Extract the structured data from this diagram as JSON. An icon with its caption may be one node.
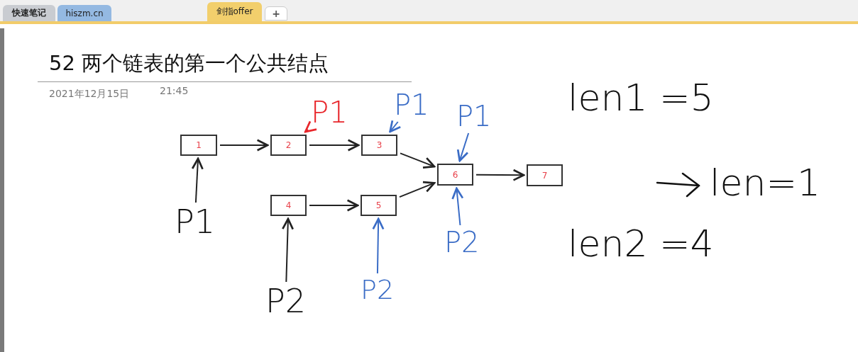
{
  "diagram": {
    "title": "52 两个链表的第一个公共结点",
    "nodes": [
      {
        "text": [
          "1"
        ]
      },
      {
        "text": [
          "2"
        ]
      },
      {
        "text": [
          "3"
        ]
      },
      {
        "text": [
          "4"
        ]
      },
      {
        "text": [
          "5"
        ]
      },
      {
        "text": [
          "6"
        ]
      },
      {
        "text": [
          "7"
        ]
      },
      {
        "text": [
          "P1"
        ]
      },
      {
        "text": [
          "P1"
        ]
      },
      {
        "text": [
          "P1"
        ]
      },
      {
        "text": [
          "P1"
        ]
      },
      {
        "text": [
          "P2"
        ]
      },
      {
        "text": [
          "P2"
        ]
      },
      {
        "text": [
          "P2"
        ]
      }
    ],
    "edges": [
      {
        "from": 0,
        "to": 1,
        "arrow": "to"
      },
      {
        "from": 1,
        "to": 2,
        "arrow": "to"
      },
      {
        "from": 2,
        "to": 5,
        "arrow": "to"
      },
      {
        "from": 3,
        "to": 4,
        "arrow": "to"
      },
      {
        "from": 4,
        "to": 5,
        "arrow": "to"
      },
      {
        "from": 5,
        "to": 6,
        "arrow": "to"
      },
      {
        "from": 7,
        "to": 0,
        "arrow": "to"
      },
      {
        "from": 8,
        "to": 1,
        "arrow": "to",
        "color": "#e8262b"
      },
      {
        "from": 9,
        "to": 2,
        "arrow": "to",
        "color": "#3a6cc6"
      },
      {
        "from": 10,
        "to": 5,
        "arrow": "to",
        "color": "#3a6cc6"
      },
      {
        "from": 11,
        "to": 3,
        "arrow": "to"
      },
      {
        "from": 12,
        "to": 4,
        "arrow": "to",
        "color": "#3a6cc6"
      },
      {
        "from": 13,
        "to": 5,
        "arrow": "to",
        "color": "#3a6cc6"
      }
    ],
    "labels": [
      "快速笔记",
      "hiszm.cn",
      "剑指offer",
      "+",
      "2021年12月15日",
      "21:45",
      "len1 =5",
      "len=1",
      "len2 =4"
    ]
  }
}
